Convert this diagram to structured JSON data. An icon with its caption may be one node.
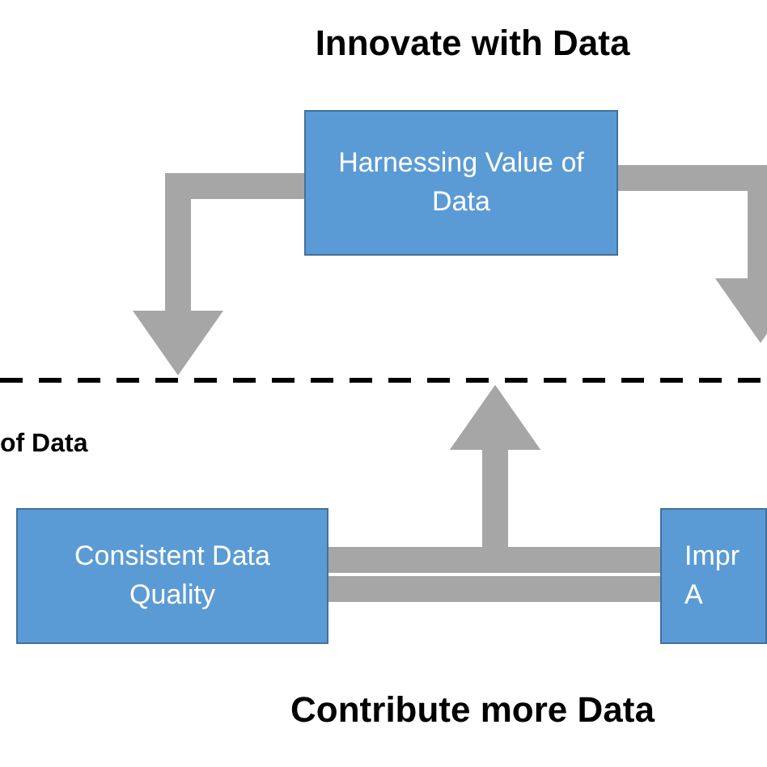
{
  "diagram": {
    "title": "Innovate with Data",
    "nodes": [
      {
        "text": [
          "Harnessing Value of Data"
        ]
      },
      {
        "text": [
          "Consistent Data Quality"
        ]
      },
      {
        "text": [
          "Impr A"
        ]
      }
    ],
    "edges": [
      {
        "from": 0,
        "to": null,
        "arrow": "to"
      },
      {
        "from": 0,
        "to": null,
        "arrow": "to"
      },
      {
        "from": 1,
        "to": 2,
        "arrow": "none"
      },
      {
        "from": 1,
        "to": null,
        "arrow": "to"
      },
      {
        "from": 2,
        "to": null,
        "arrow": "to"
      }
    ],
    "labels": [
      "of Data",
      "Contribute more Data"
    ]
  }
}
